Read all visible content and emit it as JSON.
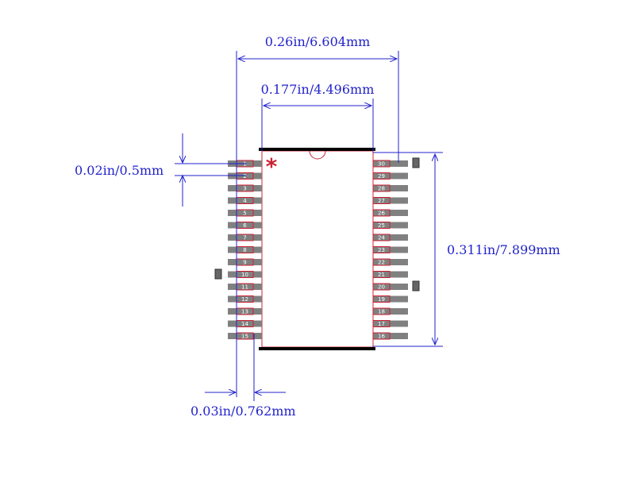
{
  "footprint": {
    "dimensions": {
      "overall_width": "0.26in/6.604mm",
      "body_width": "0.177in/4.496mm",
      "pitch": "0.02in/0.5mm",
      "height": "0.311in/7.899mm",
      "pad_width": "0.03in/0.762mm"
    },
    "pin1_marker": "*",
    "left_pins": [
      "1",
      "2",
      "3",
      "4",
      "5",
      "6",
      "7",
      "8",
      "9",
      "10",
      "11",
      "12",
      "13",
      "14",
      "15"
    ],
    "right_pins": [
      "30",
      "29",
      "28",
      "27",
      "26",
      "25",
      "24",
      "23",
      "22",
      "21",
      "20",
      "19",
      "18",
      "17",
      "16"
    ],
    "colors": {
      "dimension": "#2222cc",
      "pad": "#808080",
      "pad_outline": "#cc2233",
      "body_outline": "#cc2233",
      "silkscreen": "#000000",
      "pin1_marker": "#cc2233"
    }
  }
}
